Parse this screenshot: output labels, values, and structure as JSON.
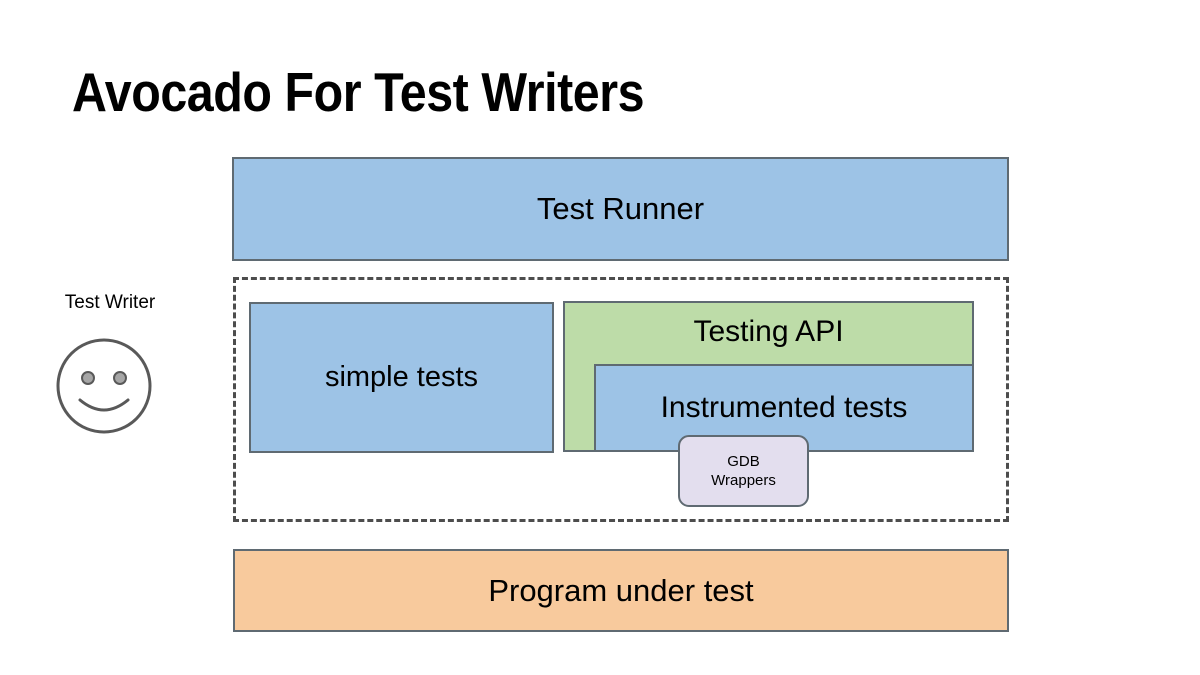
{
  "slide": {
    "title": "Avocado For Test Writers",
    "background_color": "#ffffff"
  },
  "persona": {
    "label": "Test Writer",
    "icon": "smiley-face-icon",
    "outline_color": "#595959"
  },
  "diagram": {
    "type": "layered-block-diagram",
    "group": {
      "name": "avocado-framework-group",
      "border_style": "dashed",
      "border_color": "#4d4d4d"
    },
    "boxes": [
      {
        "id": "test-runner",
        "label": "Test Runner",
        "color": "#9dc3e6",
        "border_color": "#5f6a72",
        "layer": "top"
      },
      {
        "id": "simple-tests",
        "label": "simple tests",
        "color": "#9dc3e6",
        "border_color": "#5f6a72",
        "layer": "middle"
      },
      {
        "id": "testing-api",
        "label": "Testing API",
        "color": "#bddca8",
        "border_color": "#5f6a72",
        "layer": "middle"
      },
      {
        "id": "instrumented-tests",
        "label": "Instrumented tests",
        "color": "#9dc3e6",
        "border_color": "#5f6a72",
        "layer": "middle"
      },
      {
        "id": "gdb-wrappers",
        "label": "GDB\nWrappers",
        "color": "#e3deee",
        "border_color": "#5f6a72",
        "layer": "middle",
        "shape": "rounded-rect"
      },
      {
        "id": "program-under-test",
        "label": "Program under test",
        "color": "#f8ca9d",
        "border_color": "#5f6a72",
        "layer": "bottom"
      }
    ]
  }
}
